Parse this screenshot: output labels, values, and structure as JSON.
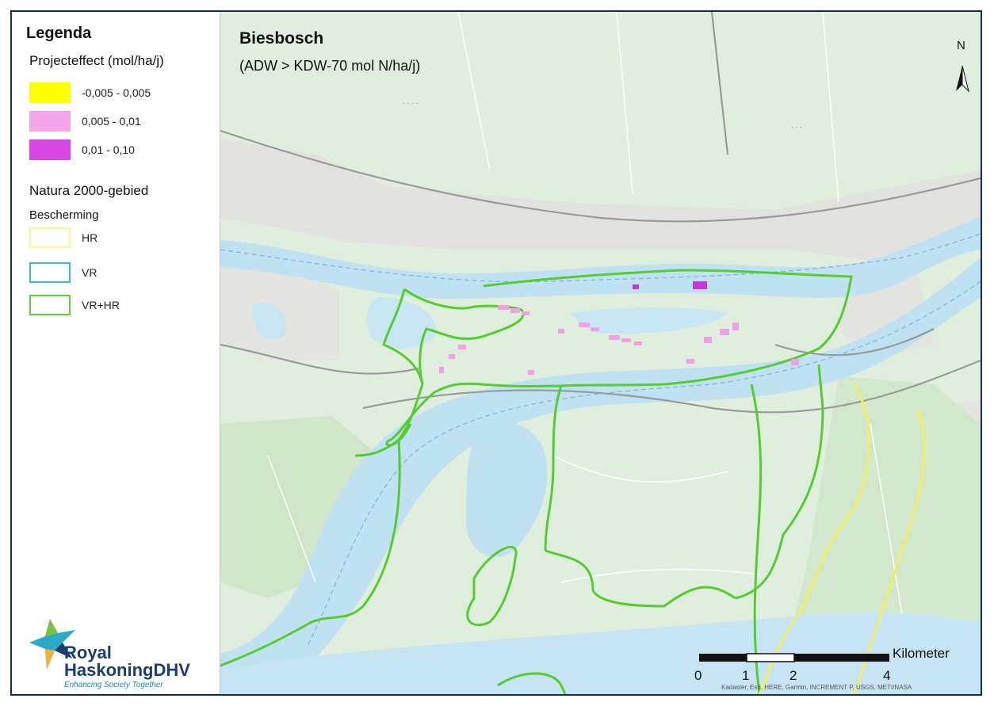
{
  "legend": {
    "title": "Legenda",
    "effect_title": "Projecteffect (mol/ha/j)",
    "effect_classes": [
      {
        "label": "-0,005 - 0,005",
        "color": "#ffff00"
      },
      {
        "label": "0,005 - 0,01",
        "color": "#f4a6e8"
      },
      {
        "label": "0,01 - 0,10",
        "color": "#d946e6"
      }
    ],
    "natura_title": "Natura 2000-gebied",
    "protection_title": "Bescherming",
    "protection_classes": [
      {
        "label": "HR",
        "color": "#fff68a"
      },
      {
        "label": "VR",
        "color": "#3ab8e8"
      },
      {
        "label": "VR+HR",
        "color": "#5fd13a"
      }
    ]
  },
  "map": {
    "title": "Biesbosch",
    "subtitle": "(ADW > KDW-70 mol N/ha/j)",
    "north_label": "N",
    "scale": {
      "unit": "Kilometer",
      "ticks": [
        "0",
        "1",
        "2",
        "4"
      ]
    },
    "credits": "Kadaster, Esri, HERE, Garmin, INCREMENT P, USGS, METI/NASA",
    "colors": {
      "land": "#dfeedd",
      "water": "#bfe1f2",
      "natura": "#55cc2f",
      "hr": "#f5ef60",
      "effect_low": "#f2a0e6",
      "effect_high": "#c936dc"
    }
  },
  "logo": {
    "line1": "Royal",
    "line2": "HaskoningDHV",
    "tagline": "Enhancing Society Together"
  }
}
